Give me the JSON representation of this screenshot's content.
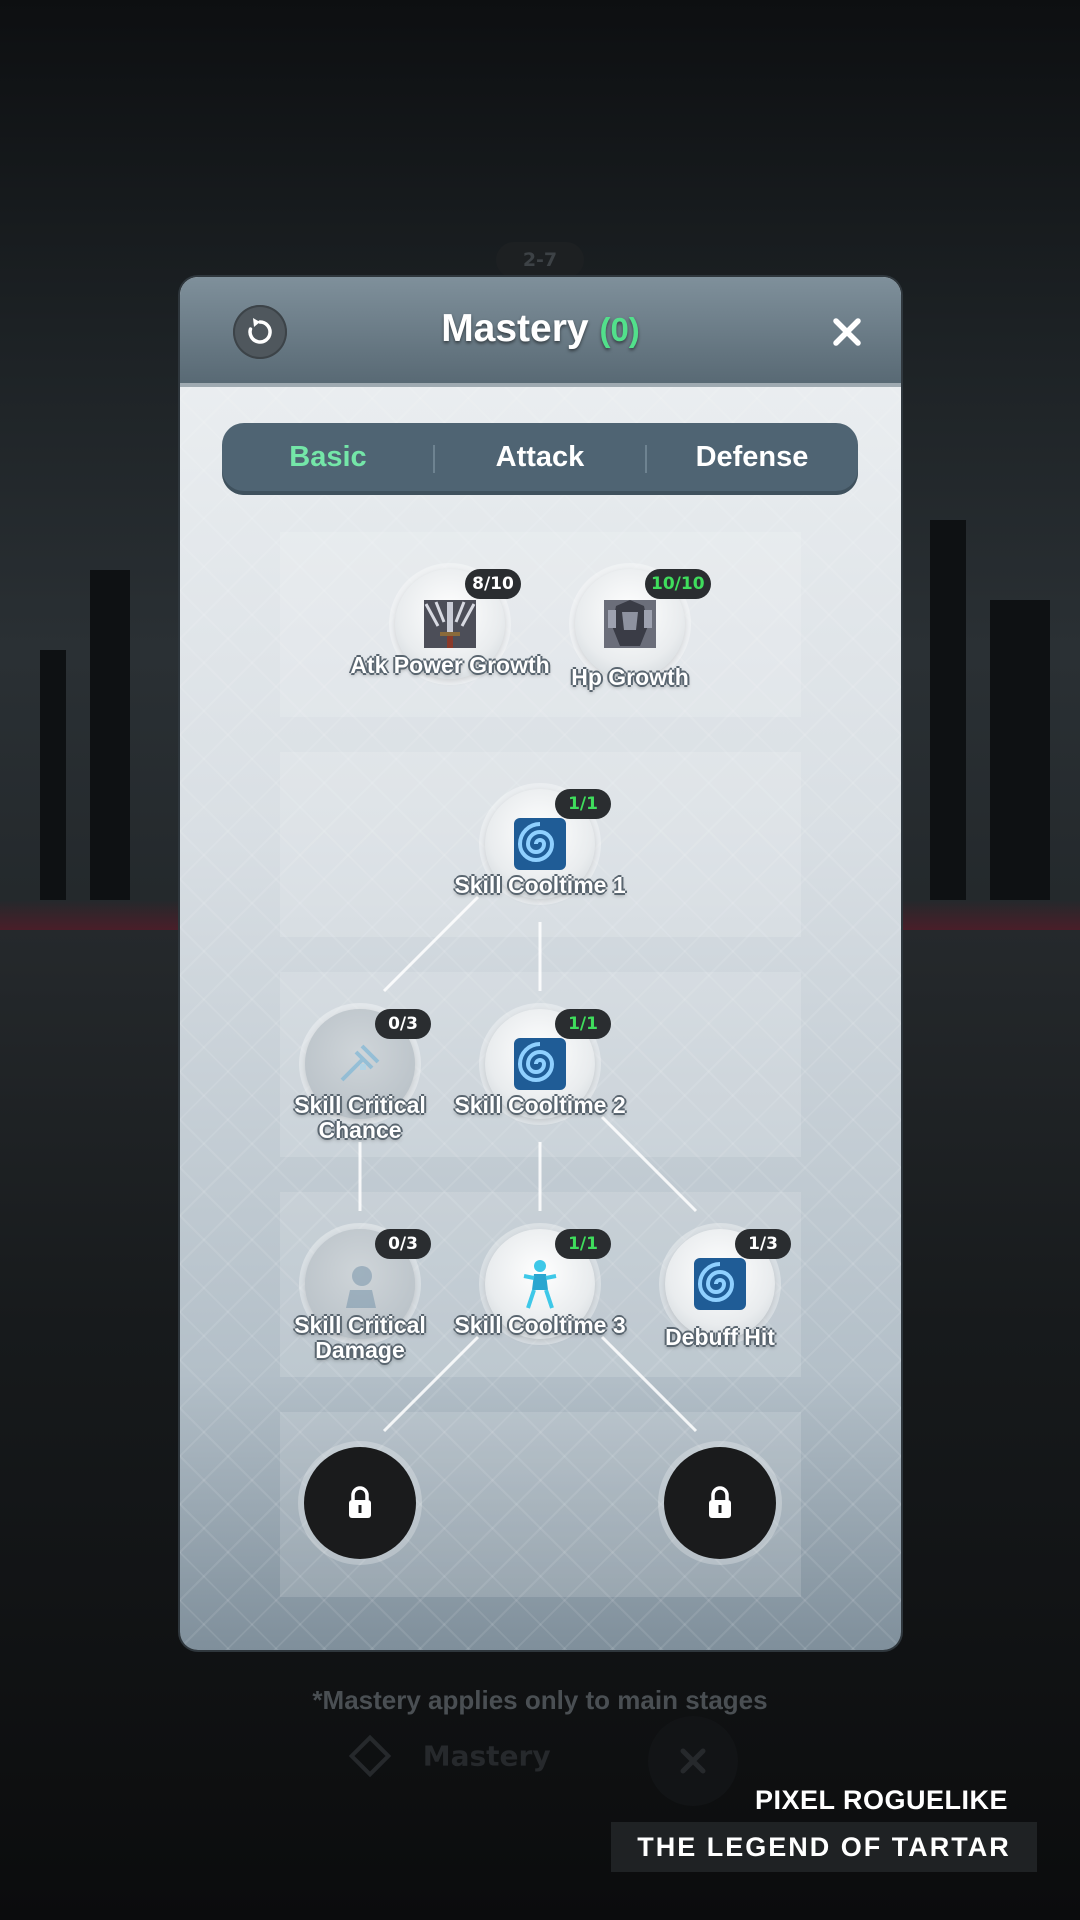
{
  "stage_label": "2-7",
  "header": {
    "title": "Mastery",
    "points": "(0)"
  },
  "tabs": [
    {
      "label": "Basic",
      "active": true
    },
    {
      "label": "Attack",
      "active": false
    },
    {
      "label": "Defense",
      "active": false
    }
  ],
  "nodes": {
    "atk_power_growth": {
      "badge": "8/10",
      "label": "Atk Power Growth",
      "icon": "sword-icon"
    },
    "hp_growth": {
      "badge": "10/10",
      "label": "Hp Growth",
      "icon": "armor-icon"
    },
    "skill_cooltime_1": {
      "badge": "1/1",
      "label": "Skill Cooltime 1",
      "icon": "swirl-icon"
    },
    "skill_critical_chance": {
      "badge": "0/3",
      "label": "Skill Critical Chance",
      "icon": "crit-chance-icon"
    },
    "skill_cooltime_2": {
      "badge": "1/1",
      "label": "Skill Cooltime 2",
      "icon": "swirl-icon"
    },
    "skill_critical_damage": {
      "badge": "0/3",
      "label": "Skill Critical Damage",
      "icon": "crit-damage-icon"
    },
    "skill_cooltime_3": {
      "badge": "1/1",
      "label": "Skill Cooltime 3",
      "icon": "figure-icon"
    },
    "debuff_hit": {
      "badge": "1/3",
      "label": "Debuff Hit",
      "icon": "swirl-icon"
    }
  },
  "footnote": "*Mastery applies only to main stages",
  "bottom_buttons": {
    "mastery": "Mastery"
  },
  "branding": {
    "line1": "PIXEL ROGUELIKE",
    "line2": "THE LEGEND OF TARTAR"
  },
  "colors": {
    "points_green": "#52e08b",
    "badge_full": "#3fdd5c",
    "tab_active": "#74e6a8"
  }
}
